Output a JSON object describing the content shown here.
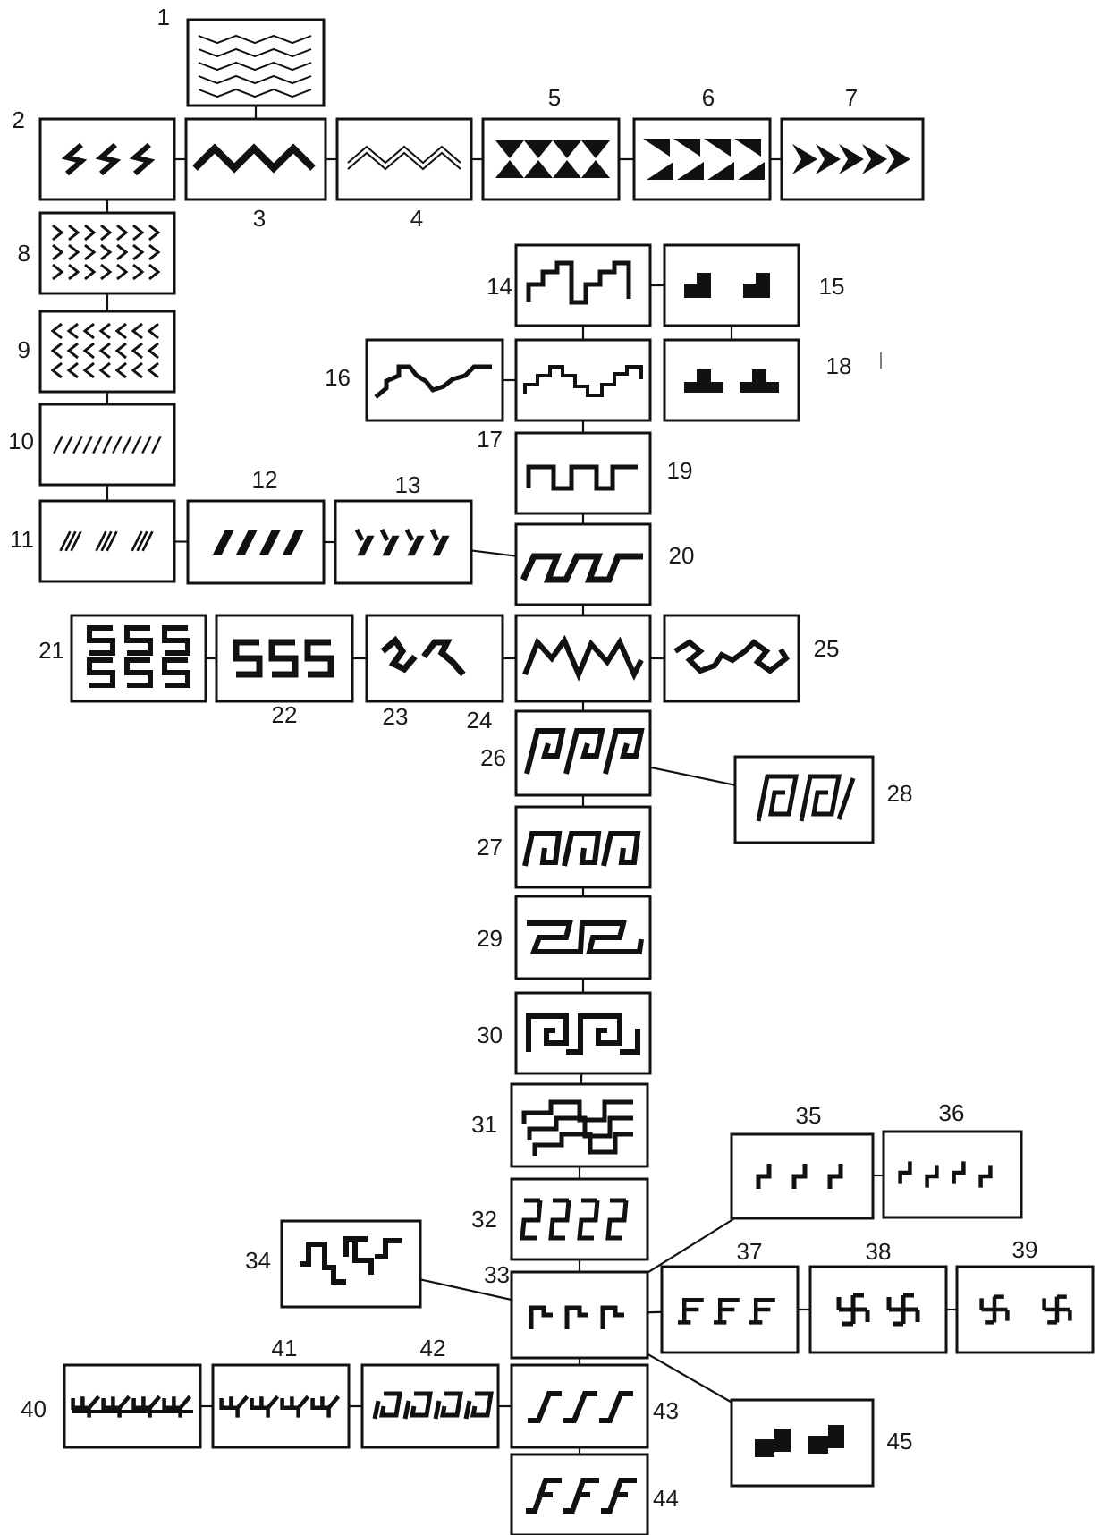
{
  "diagram": {
    "ink_color": "#111111",
    "background": "#ffffff",
    "nodes": [
      {
        "id": "1",
        "label": "1",
        "pattern": "multi-zigzag-lines"
      },
      {
        "id": "2",
        "label": "2",
        "pattern": "s-zigzags"
      },
      {
        "id": "3",
        "label": "3",
        "pattern": "thick-zigzag"
      },
      {
        "id": "4",
        "label": "4",
        "pattern": "double-zigzag"
      },
      {
        "id": "5",
        "label": "5",
        "pattern": "filled-triangle-band"
      },
      {
        "id": "6",
        "label": "6",
        "pattern": "stepped-triangles"
      },
      {
        "id": "7",
        "label": "7",
        "pattern": "arrowhead-band"
      },
      {
        "id": "8",
        "label": "8",
        "pattern": "chevrons-right"
      },
      {
        "id": "9",
        "label": "9",
        "pattern": "chevrons-left"
      },
      {
        "id": "10",
        "label": "10",
        "pattern": "dense-slashes"
      },
      {
        "id": "11",
        "label": "11",
        "pattern": "slash-groups"
      },
      {
        "id": "12",
        "label": "12",
        "pattern": "thick-slashes"
      },
      {
        "id": "13",
        "label": "13",
        "pattern": "hooked-slashes"
      },
      {
        "id": "14",
        "label": "14",
        "pattern": "stepped-meander"
      },
      {
        "id": "15",
        "label": "15",
        "pattern": "filled-steps"
      },
      {
        "id": "16",
        "label": "16",
        "pattern": "stepped-wave-rising"
      },
      {
        "id": "17",
        "label": "17",
        "pattern": "stepped-wave"
      },
      {
        "id": "18",
        "label": "18",
        "pattern": "filled-pyramids"
      },
      {
        "id": "19",
        "label": "19",
        "pattern": "square-wave"
      },
      {
        "id": "20",
        "label": "20",
        "pattern": "slanted-square-wave"
      },
      {
        "id": "21",
        "label": "21",
        "pattern": "double-s-rows"
      },
      {
        "id": "22",
        "label": "22",
        "pattern": "s-shapes"
      },
      {
        "id": "23",
        "label": "23",
        "pattern": "z-pairs"
      },
      {
        "id": "24",
        "label": "24",
        "pattern": "slanted-zigzag-hooks"
      },
      {
        "id": "25",
        "label": "25",
        "pattern": "interlocked-hooks"
      },
      {
        "id": "26",
        "label": "26",
        "pattern": "slanted-spiral-meander"
      },
      {
        "id": "27",
        "label": "27",
        "pattern": "spiral-meander"
      },
      {
        "id": "28",
        "label": "28",
        "pattern": "boxed-spiral"
      },
      {
        "id": "29",
        "label": "29",
        "pattern": "running-meander"
      },
      {
        "id": "30",
        "label": "30",
        "pattern": "greek-key"
      },
      {
        "id": "31",
        "label": "31",
        "pattern": "stacked-steps"
      },
      {
        "id": "32",
        "label": "32",
        "pattern": "bracket-steps"
      },
      {
        "id": "33",
        "label": "33",
        "pattern": "gamma-hooks"
      },
      {
        "id": "34",
        "label": "34",
        "pattern": "linked-hooks"
      },
      {
        "id": "35",
        "label": "35",
        "pattern": "small-l-hooks"
      },
      {
        "id": "36",
        "label": "36",
        "pattern": "double-l-hooks"
      },
      {
        "id": "37",
        "label": "37",
        "pattern": "f-hooks"
      },
      {
        "id": "38",
        "label": "38",
        "pattern": "swastika-pair"
      },
      {
        "id": "39",
        "label": "39",
        "pattern": "swastika-pair-open"
      },
      {
        "id": "40",
        "label": "40",
        "pattern": "linked-y-hooks"
      },
      {
        "id": "41",
        "label": "41",
        "pattern": "y-hooks"
      },
      {
        "id": "42",
        "label": "42",
        "pattern": "reversed-hooks"
      },
      {
        "id": "43",
        "label": "43",
        "pattern": "slanted-gamma"
      },
      {
        "id": "44",
        "label": "44",
        "pattern": "slanted-f-hooks"
      },
      {
        "id": "45",
        "label": "45",
        "pattern": "filled-z-blocks"
      }
    ],
    "edges": [
      [
        "1",
        "3"
      ],
      [
        "2",
        "3"
      ],
      [
        "3",
        "4"
      ],
      [
        "4",
        "5"
      ],
      [
        "5",
        "6"
      ],
      [
        "6",
        "7"
      ],
      [
        "2",
        "8"
      ],
      [
        "8",
        "9"
      ],
      [
        "9",
        "10"
      ],
      [
        "10",
        "11"
      ],
      [
        "11",
        "12"
      ],
      [
        "12",
        "13"
      ],
      [
        "13",
        "20"
      ],
      [
        "14",
        "15"
      ],
      [
        "14",
        "17"
      ],
      [
        "15",
        "18"
      ],
      [
        "16",
        "17"
      ],
      [
        "17",
        "19"
      ],
      [
        "19",
        "20"
      ],
      [
        "20",
        "24"
      ],
      [
        "21",
        "22"
      ],
      [
        "22",
        "23"
      ],
      [
        "23",
        "24"
      ],
      [
        "24",
        "25"
      ],
      [
        "24",
        "26"
      ],
      [
        "26",
        "28"
      ],
      [
        "26",
        "27"
      ],
      [
        "27",
        "29"
      ],
      [
        "29",
        "30"
      ],
      [
        "30",
        "31"
      ],
      [
        "31",
        "32"
      ],
      [
        "32",
        "33"
      ],
      [
        "33",
        "35"
      ],
      [
        "35",
        "36"
      ],
      [
        "33",
        "37"
      ],
      [
        "37",
        "38"
      ],
      [
        "38",
        "39"
      ],
      [
        "34",
        "33"
      ],
      [
        "33",
        "43"
      ],
      [
        "33",
        "45"
      ],
      [
        "43",
        "42"
      ],
      [
        "42",
        "41"
      ],
      [
        "41",
        "40"
      ],
      [
        "43",
        "44"
      ]
    ]
  }
}
